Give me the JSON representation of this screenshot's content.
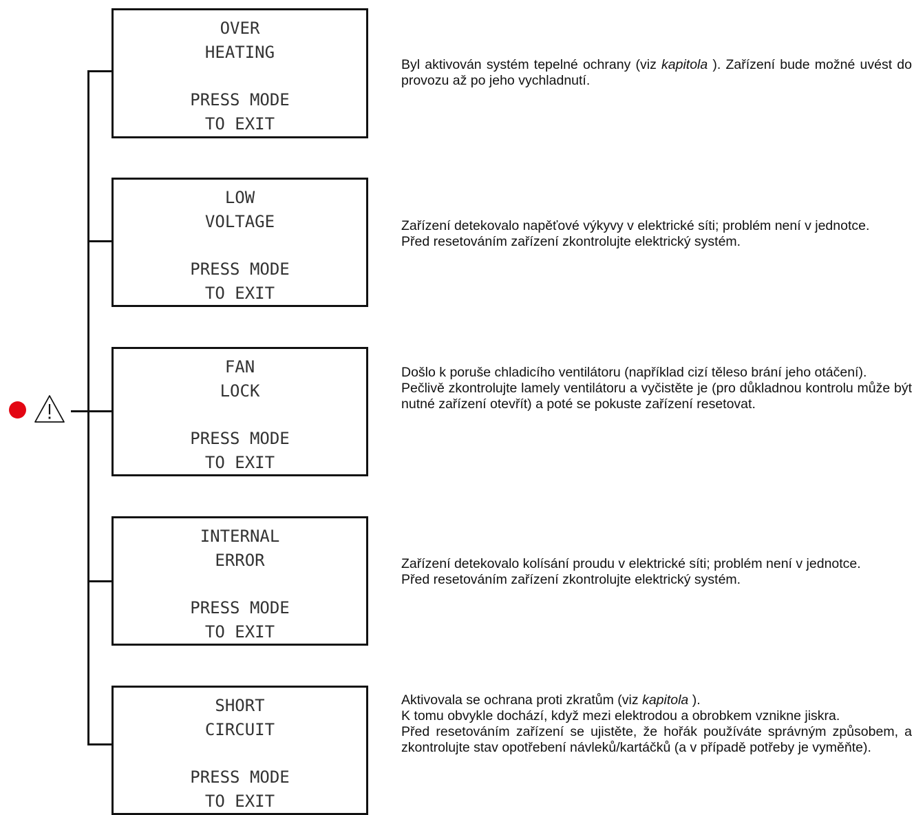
{
  "colors": {
    "indicator": "#e30613",
    "line": "#111111"
  },
  "icons": {
    "indicator": "red-dot",
    "warning": "warning-triangle-icon"
  },
  "displays": [
    {
      "line1": "OVER",
      "line2": "HEATING",
      "line3": "PRESS MODE",
      "line4": "TO EXIT",
      "description": [
        [
          "Byl aktivován systém tepelné ochrany (viz ",
          {
            "em": "kapitola"
          },
          " ). Zařízení bude možné uvést do provozu až po jeho vychladnutí."
        ]
      ]
    },
    {
      "line1": "LOW",
      "line2": "VOLTAGE",
      "line3": "PRESS MODE",
      "line4": "TO EXIT",
      "description": [
        [
          "Zařízení detekovalo napěťové výkyvy v elektrické síti; problém není v jednotce."
        ],
        [
          "Před resetováním zařízení zkontrolujte elektrický systém."
        ]
      ]
    },
    {
      "line1": "FAN",
      "line2": "LOCK",
      "line3": "PRESS MODE",
      "line4": "TO EXIT",
      "description": [
        [
          "Došlo k poruše chladicího ventilátoru (například cizí těleso brání jeho otáčení)."
        ],
        [
          "Pečlivě zkontrolujte lamely ventilátoru a vyčistěte je (pro důkladnou kontrolu může být nutné zařízení otevřít) a poté se pokuste zařízení resetovat."
        ]
      ]
    },
    {
      "line1": "INTERNAL",
      "line2": "ERROR",
      "line3": "PRESS MODE",
      "line4": "TO EXIT",
      "description": [
        [
          "Zařízení detekovalo kolísání proudu v elektrické síti; problém není v jednotce."
        ],
        [
          "Před resetováním zařízení zkontrolujte elektrický systém."
        ]
      ]
    },
    {
      "line1": "SHORT",
      "line2": "CIRCUIT",
      "line3": "PRESS MODE",
      "line4": "TO EXIT",
      "description": [
        [
          "Aktivovala se ochrana proti zkratům (viz ",
          {
            "em": "kapitola"
          },
          " )."
        ],
        [
          "K tomu obvykle dochází, když mezi elektrodou a obrobkem vznikne jiskra."
        ],
        [
          "Před resetováním zařízení se ujistěte, že hořák používáte správným způsobem, a zkontrolujte stav opotřebení návleků/kartáčků (a v případě potřeby je vyměňte)."
        ]
      ]
    }
  ]
}
